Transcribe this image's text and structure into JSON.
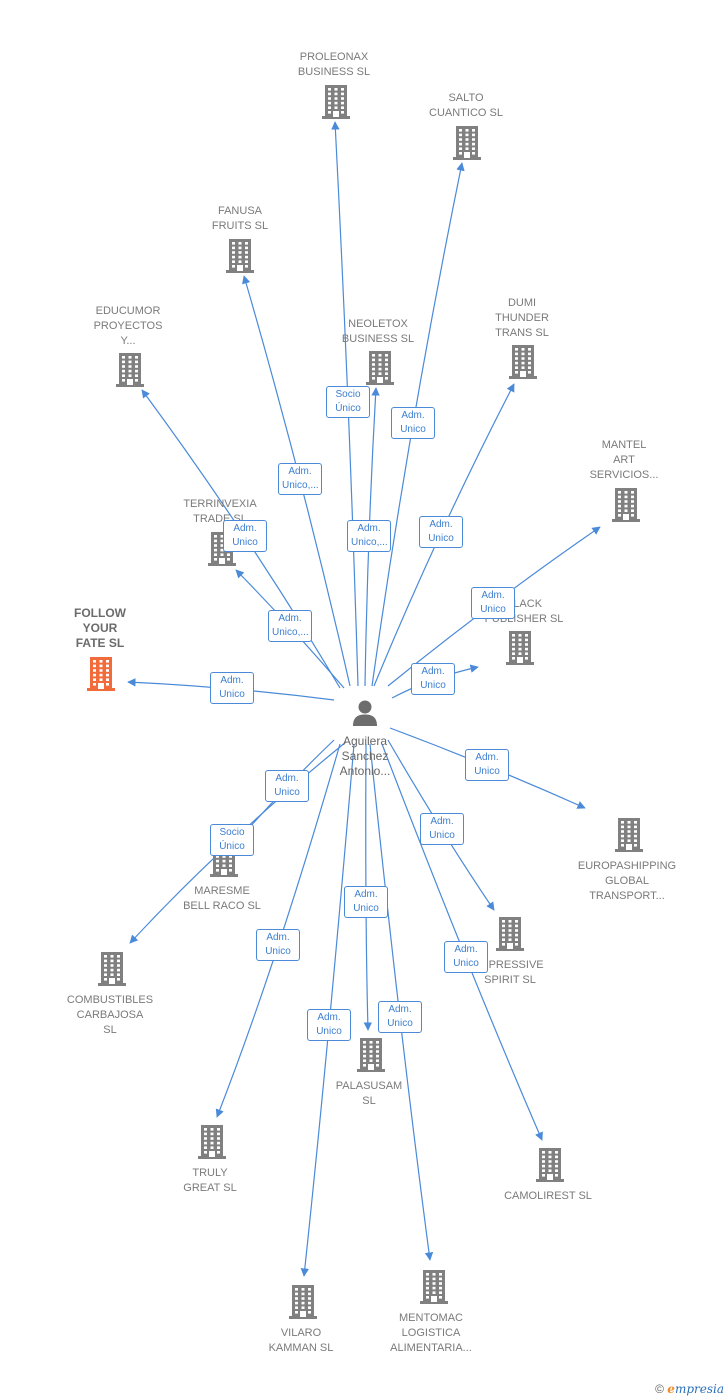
{
  "center": {
    "name": "Aguilera Sanchez Antonio..."
  },
  "colors": {
    "edge": "#4a8ad8",
    "building": "#808080",
    "focus": "#f26b3a"
  },
  "nodes": [
    {
      "id": "proleonax",
      "label": "PROLEONAX\nBUSINESS  SL"
    },
    {
      "id": "salto",
      "label": "SALTO\nCUANTICO  SL"
    },
    {
      "id": "fanusa",
      "label": "FANUSA\nFRUITS  SL"
    },
    {
      "id": "educumor",
      "label": "EDUCUMOR\nPROYECTOS\nY..."
    },
    {
      "id": "neoletox",
      "label": "NEOLETOX\nBUSINESS  SL"
    },
    {
      "id": "dumi",
      "label": "DUMI\nTHUNDER\nTRANS  SL"
    },
    {
      "id": "mantel",
      "label": "MANTEL\nART\nSERVICIOS..."
    },
    {
      "id": "terrinvexia",
      "label": "TERRINVEXIA\nTRADE  SL"
    },
    {
      "id": "follow",
      "label": "FOLLOW\nYOUR\nFATE  SL",
      "focus": true
    },
    {
      "id": "black",
      "label": "BLACK\nPUBLISHER  SL"
    },
    {
      "id": "europa",
      "label": "EUROPASHIPPING\nGLOBAL\nTRANSPORT..."
    },
    {
      "id": "maresme",
      "label": "MARESME\nBELL RACO  SL"
    },
    {
      "id": "combustibles",
      "label": "COMBUSTIBLES\nCARBAJOSA\nSL"
    },
    {
      "id": "impressive",
      "label": "IMPRESSIVE\nSPIRIT  SL"
    },
    {
      "id": "palasusam",
      "label": "PALASUSAM\nSL"
    },
    {
      "id": "truly",
      "label": "TRULY\nGREAT  SL"
    },
    {
      "id": "camolirest",
      "label": "CAMOLIREST SL"
    },
    {
      "id": "vilaro",
      "label": "VILARO\nKAMMAN SL"
    },
    {
      "id": "mentomac",
      "label": "MENTOMAC\nLOGISTICA\nALIMENTARIA..."
    }
  ],
  "edges": [
    {
      "to": "proleonax",
      "role": "Socio\nÚnico"
    },
    {
      "to": "salto",
      "role": "Adm.\nUnico"
    },
    {
      "to": "fanusa",
      "role": "Adm.\nUnico,..."
    },
    {
      "to": "educumor",
      "role": "Adm.\nUnico"
    },
    {
      "to": "neoletox",
      "role": "Adm.\nUnico,..."
    },
    {
      "to": "dumi",
      "role": "Adm.\nUnico"
    },
    {
      "to": "mantel",
      "role": "Adm.\nUnico"
    },
    {
      "to": "terrinvexia",
      "role": "Adm.\nUnico,..."
    },
    {
      "to": "follow",
      "role": "Adm.\nUnico"
    },
    {
      "to": "black",
      "role": "Adm.\nUnico"
    },
    {
      "to": "europa",
      "role": "Adm.\nUnico"
    },
    {
      "to": "maresme",
      "role": "Adm.\nUnico"
    },
    {
      "to": "combustibles",
      "role": "Socio\nÚnico"
    },
    {
      "to": "impressive",
      "role": "Adm.\nUnico"
    },
    {
      "to": "palasusam",
      "role": "Adm.\nUnico"
    },
    {
      "to": "truly",
      "role": "Adm.\nUnico"
    },
    {
      "to": "camolirest",
      "role": "Adm.\nUnico"
    },
    {
      "to": "vilaro",
      "role": "Adm.\nUnico"
    },
    {
      "to": "mentomac",
      "role": "Adm.\nUnico"
    }
  ],
  "footer": {
    "copyright": "©",
    "brand_initial": "e",
    "brand_rest": "mpresia"
  }
}
